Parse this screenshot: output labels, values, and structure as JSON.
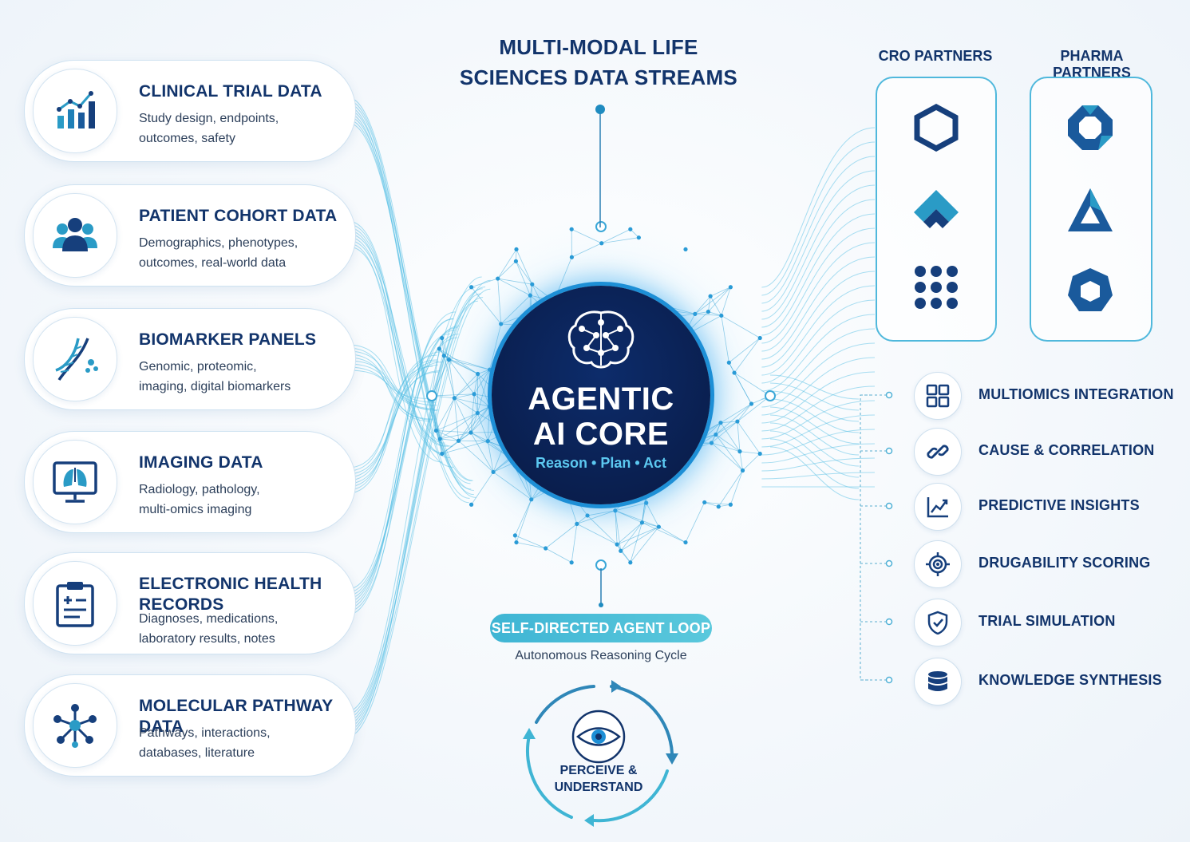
{
  "header": {
    "title_line1": "MULTI-MODAL LIFE",
    "title_line2": "SCIENCES DATA STREAMS"
  },
  "sources": [
    {
      "title": "CLINICAL TRIAL DATA",
      "desc1": "Study design, endpoints,",
      "desc2": "outcomes, safety",
      "icon": "bar-chart-icon"
    },
    {
      "title": "PATIENT COHORT DATA",
      "desc1": "Demographics, phenotypes,",
      "desc2": "outcomes, real-world data",
      "icon": "people-icon"
    },
    {
      "title": "BIOMARKER PANELS",
      "desc1": "Genomic, proteomic,",
      "desc2": "imaging, digital biomarkers",
      "icon": "dna-icon"
    },
    {
      "title": "IMAGING DATA",
      "desc1": "Radiology, pathology,",
      "desc2": "multi-omics imaging",
      "icon": "monitor-lungs-icon"
    },
    {
      "title_line1": "ELECTRONIC HEALTH",
      "title_line2": "RECORDS",
      "desc1": "Diagnoses, medications,",
      "desc2": "laboratory results, notes",
      "icon": "clipboard-icon"
    },
    {
      "title": "MOLECULAR PATHWAY DATA",
      "desc1": "Pathways, interactions,",
      "desc2": "databases, literature",
      "icon": "network-icon"
    }
  ],
  "core": {
    "title_line1": "AGENTIC",
    "title_line2": "AI CORE",
    "subtitle": "Reason • Plan • Act",
    "icon": "brain-network-icon"
  },
  "agent_loop": {
    "pill": "SELF-DIRECTED AGENT LOOP",
    "caption": "Autonomous Reasoning Cycle",
    "step_line1": "PERCEIVE &",
    "step_line2": "UNDERSTAND",
    "icon": "eye-icon"
  },
  "partners": {
    "cro_heading": "CRO PARTNERS",
    "pharma_heading": "PHARMA PARTNERS",
    "cro_logos": [
      "hexagon-outline-logo",
      "chevron-up-logo",
      "dot-grid-logo"
    ],
    "pharma_logos": [
      "ring-octagon-logo",
      "triangle-logo",
      "octagon-badge-logo"
    ]
  },
  "capabilities": [
    {
      "label": "MULTIOMICS INTEGRATION",
      "icon": "grid-icon"
    },
    {
      "label": "CAUSE & CORRELATION",
      "icon": "link-icon"
    },
    {
      "label": "PREDICTIVE INSIGHTS",
      "icon": "trend-chart-icon"
    },
    {
      "label": "DRUGABILITY SCORING",
      "icon": "target-icon"
    },
    {
      "label": "TRIAL SIMULATION",
      "icon": "shield-check-icon"
    },
    {
      "label": "KNOWLEDGE SYNTHESIS",
      "icon": "database-icon"
    }
  ],
  "colors": {
    "navy": "#12346b",
    "core_bg": "#0a1f4f",
    "accent_cyan": "#3fb5d4",
    "accent_blue": "#1d8fd6"
  }
}
